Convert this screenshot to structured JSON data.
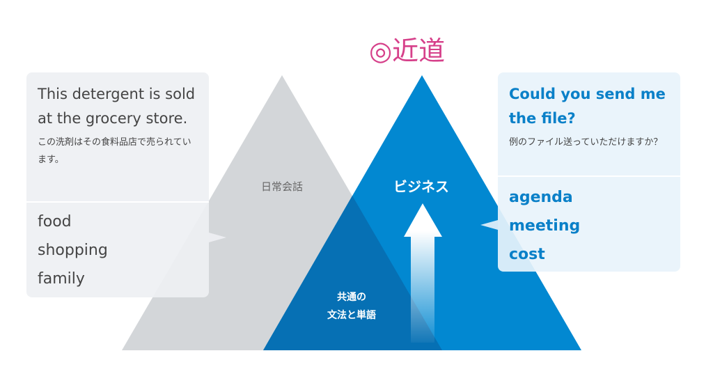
{
  "title": {
    "mark": "◎",
    "text": "近道",
    "color": "#d6408a"
  },
  "left_triangle": {
    "label": "日常会話",
    "color": "#d3d6d9"
  },
  "right_triangle": {
    "label": "ビジネス",
    "color": "#0288d1"
  },
  "overlap": {
    "line1": "共通の",
    "line2": "文法と単語",
    "color": "#0670b4"
  },
  "left_box": {
    "sentence": "This detergent is sold at the grocery store.",
    "translation": "この洗剤はその食料品店で売られています。",
    "words": [
      "food",
      "shopping",
      "family"
    ]
  },
  "right_box": {
    "sentence": "Could you send me the file?",
    "translation": "例のファイル送っていただけますか？",
    "words": [
      "agenda",
      "meeting",
      "cost"
    ]
  }
}
